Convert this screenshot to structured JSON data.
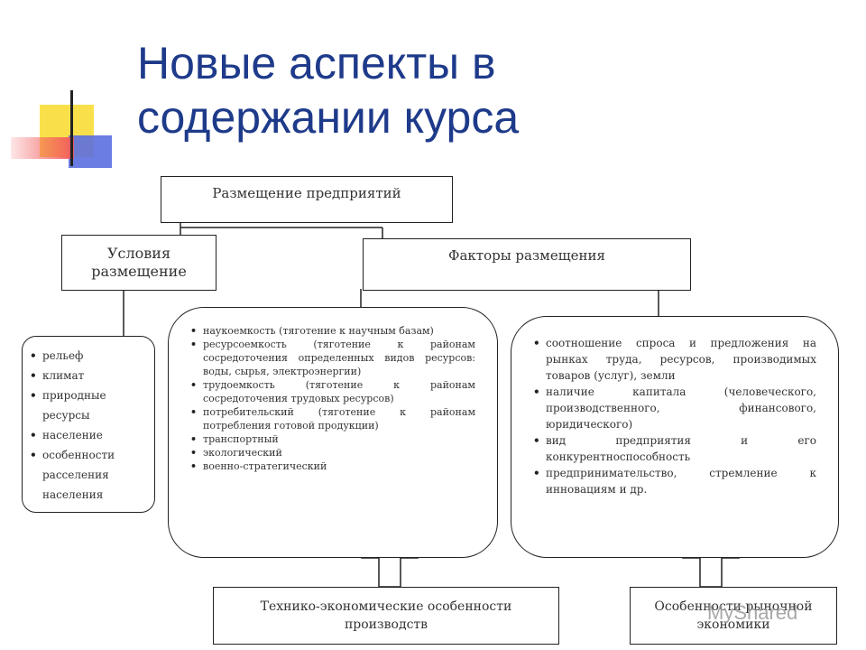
{
  "title": {
    "line1": "Новые аспекты в",
    "line2": "содержании курса"
  },
  "diagram": {
    "top_box": "Размещение предприятий",
    "conditions_box": {
      "line1": "Условия",
      "line2": "размещение"
    },
    "factors_box": "Факторы размещения",
    "conditions_list": [
      "рельеф",
      "климат",
      "природные ресурсы",
      "население",
      "особенности расселения населения"
    ],
    "factors_list": [
      "наукоемкость (тяготение к научным базам)",
      "ресурсоемкость (тяготение к районам сосредоточения определенных видов ресурсов: воды, сырья, электроэнергии)",
      "трудоемкость (тяготение к районам сосредоточения трудовых ресурсов)",
      "потребительский (тяготение к районам потребления готовой продукции)",
      "транспортный",
      "экологический",
      "военно-стратегический"
    ],
    "market_list": [
      "соотношение спроса и предложения на рынках труда, ресурсов, производимых товаров (услуг), земли",
      "наличие капитала (человеческого, производственного, финансового, юридического)",
      "вид предприятия и его конкурентноспособность",
      "предпринимательство, стремление к инновациям и др."
    ],
    "tech_box": "Технико-экономические особенности производств",
    "market_box": "Особенности рыночной экономики"
  },
  "watermark": "MyShared",
  "colors": {
    "title": "#1e3a8a",
    "deco_yellow": "#f9e04a",
    "deco_red": "#f25c5c",
    "deco_blue": "#3848c8"
  }
}
